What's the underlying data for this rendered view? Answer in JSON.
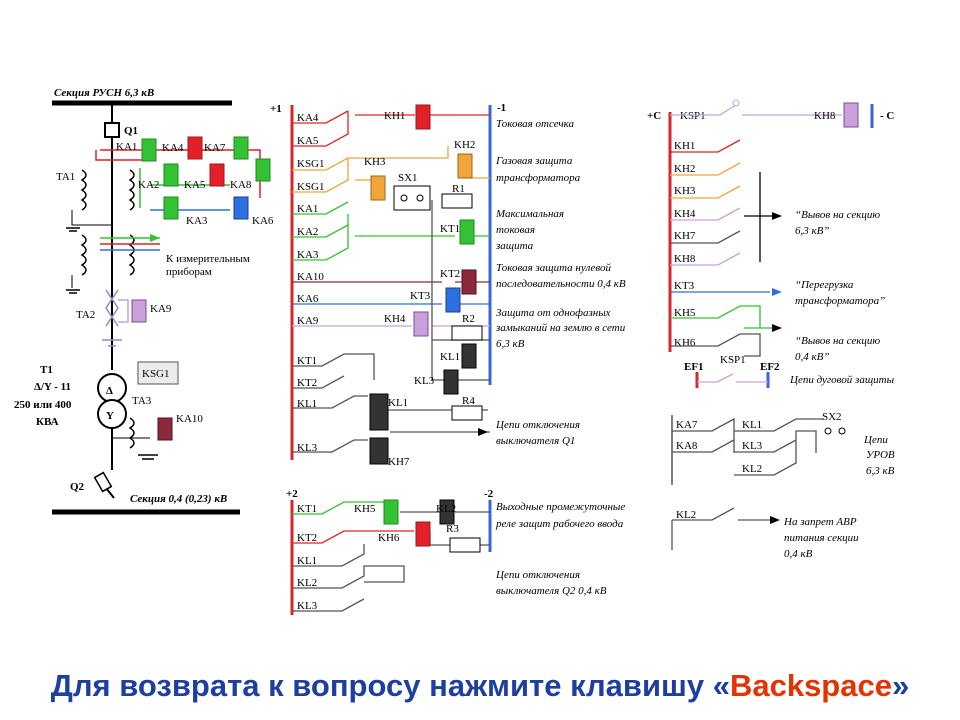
{
  "colors": {
    "red_bus": "#d4282c",
    "blue_bus": "#3a66d6",
    "green": "#33c233",
    "red": "#e3202a",
    "orange": "#f0a53a",
    "blue": "#2e6fe0",
    "maroon": "#8a2a3a",
    "violet": "#c9a0dc",
    "gray": "#555555",
    "footer_text": "#1f3fa0",
    "footer_key": "#e23300"
  },
  "left": {
    "section_label": "Секция РУСН 6,3 кВ",
    "q1": "Q1",
    "ka1": "KA1",
    "ka2": "KA2",
    "ka3": "KA3",
    "ka4": "KA4",
    "ka5": "KA5",
    "ka6": "KA6",
    "ka7": "KA7",
    "ka8": "KA8",
    "ka9": "KA9",
    "ka10": "KA10",
    "ta1": "TA1",
    "ta2": "TA2",
    "ta3": "TA3",
    "measure": [
      "К измерительным",
      "приборам"
    ],
    "t1": "T1",
    "t1_conn": "Δ/Y - 11",
    "t1_power": "250 или 400",
    "t1_unit": "КВА",
    "ksg1": "KSG1",
    "delta": "Δ",
    "y": "Y",
    "q2": "Q2",
    "section2": "Секция 0,4 (0,23) кВ"
  },
  "middle": {
    "plus1": "+1",
    "minus1": "-1",
    "rows": [
      "KA4",
      "KA5",
      "KSG1",
      "KSG1",
      "KA1",
      "KA2",
      "KA3",
      "KA10",
      "KA6",
      "KA9",
      "KT1",
      "KT2",
      "KL1",
      "KL3"
    ],
    "kh1": "KH1",
    "kh2": "KH2",
    "kh3": "KH3",
    "sx1": "SX1",
    "r1": "R1",
    "kt1": "KT1",
    "kt2": "KT2",
    "kt3": "KT3",
    "kh4": "KH4",
    "r2": "R2",
    "kl1": "KL1",
    "kl3": "KL3",
    "r4": "R4",
    "kh7": "KH7",
    "desc": {
      "d1": [
        "Токовая отсечка"
      ],
      "d2": [
        "Газовая защита",
        "трансформатора"
      ],
      "d3": [
        "Максимальная",
        "токовая",
        "защита"
      ],
      "d4": [
        "Токовая защита нулевой",
        "последовательности 0,4 кВ"
      ],
      "d5": [
        "Защита от однофазных",
        "замыканий на землю в сети",
        "6,3 кВ"
      ],
      "d6": [
        "Цепи отключения",
        "выключателя Q1"
      ]
    }
  },
  "bottom_middle": {
    "plus2": "+2",
    "minus2": "-2",
    "rows": [
      "KT1",
      "KT2",
      "KL1",
      "KL2",
      "KL3"
    ],
    "kh5": "KH5",
    "kh6": "KH6",
    "kl2": "KL2",
    "r3": "R3",
    "desc1": [
      "Выходные промежуточные",
      "реле защит рабочего ввода"
    ],
    "desc2": [
      "Цепи отключения",
      "выключателя Q2 0,4 кВ"
    ]
  },
  "right": {
    "plus_c": "+C",
    "minus_c": "- C",
    "ksp1": "KSP1",
    "kh8": "KH8",
    "rows": [
      "KH1",
      "KH2",
      "KH3",
      "KH4",
      "KH7",
      "KH8",
      "KT3",
      "KH5",
      "KH6"
    ],
    "desc1": [
      "“Вывов на секцию",
      "6,3 кВ”"
    ],
    "desc2": [
      "“Перегрузка",
      "трансформатора”"
    ],
    "desc3": [
      "“Вывов на секцию",
      "0,4 кВ”"
    ],
    "ef1": "EF1",
    "ef2": "EF2",
    "ksp1_b": "KSP1",
    "arc": "Цепи дуговой защиты",
    "ka7": "KA7",
    "ka8": "KA8",
    "kl1": "KL1",
    "kl3": "KL3",
    "kl2": "KL2",
    "sx2": "SX2",
    "urov": [
      "Цепи",
      "УРОВ",
      "6,3 кВ"
    ],
    "kl2_b": "KL2",
    "avr": [
      "На запрет АВР",
      "питания секции",
      "0,4 кВ"
    ]
  },
  "footer": {
    "prefix": "Для возврата к вопросу нажмите клавишу «",
    "key": "Backspace",
    "suffix": "»"
  }
}
